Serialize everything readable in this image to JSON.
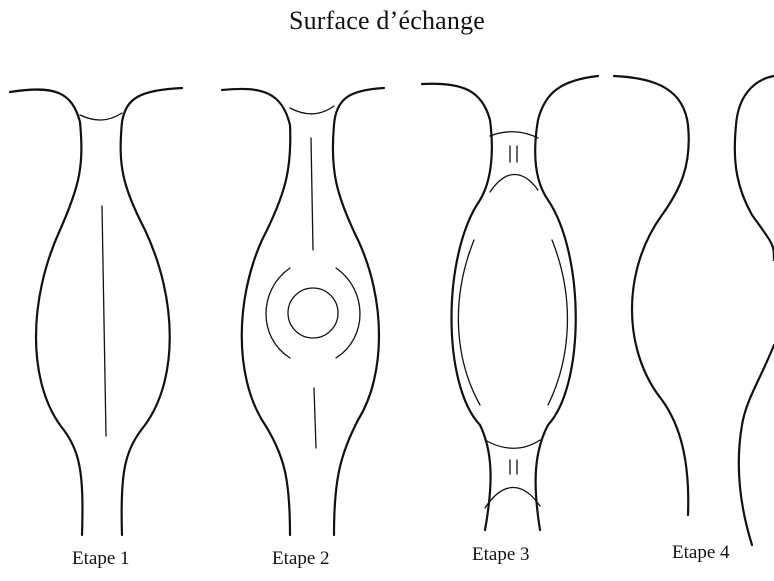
{
  "title": "Surface d’échange",
  "steps": [
    {
      "label": "Etape 1"
    },
    {
      "label": "Etape 2"
    },
    {
      "label": "Etape 3"
    },
    {
      "label": "Etape 4"
    }
  ]
}
